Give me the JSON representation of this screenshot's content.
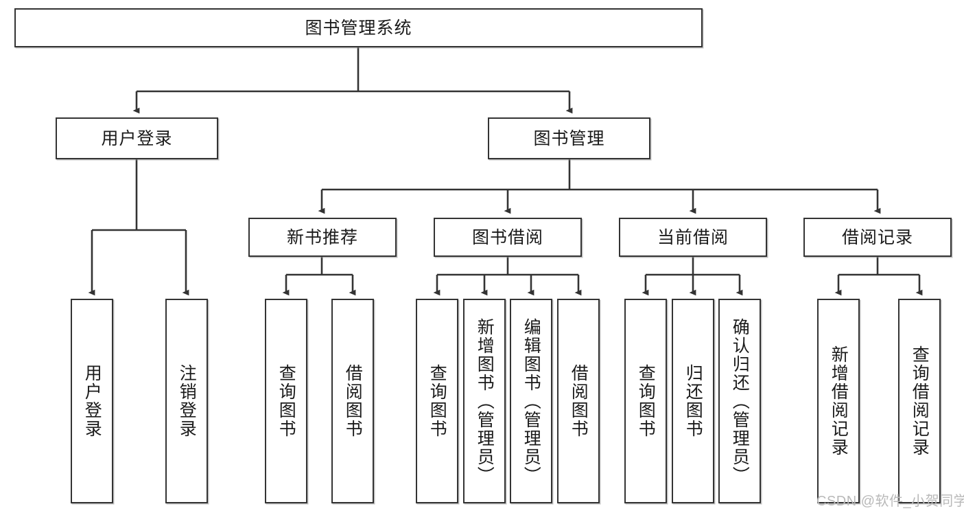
{
  "diagram": {
    "title": "图书管理系统",
    "type": "tree",
    "orientation": "top-down",
    "line_color": "#333333",
    "box_border_color": "#333333",
    "box_fill": "#ffffff",
    "text_color": "#1a1a1a"
  },
  "nodes": {
    "root": {
      "label": "图书管理系统",
      "level": 1,
      "orientation": "horizontal"
    },
    "level2": [
      {
        "id": "user-login",
        "label": "用户登录",
        "orientation": "horizontal"
      },
      {
        "id": "book-manage",
        "label": "图书管理",
        "orientation": "horizontal"
      }
    ],
    "level3": [
      {
        "id": "new-book-recommend",
        "label": "新书推荐",
        "orientation": "horizontal",
        "parent": "book-manage"
      },
      {
        "id": "book-borrow",
        "label": "图书借阅",
        "orientation": "horizontal",
        "parent": "book-manage"
      },
      {
        "id": "current-borrow",
        "label": "当前借阅",
        "orientation": "horizontal",
        "parent": "book-manage"
      },
      {
        "id": "borrow-record",
        "label": "借阅记录",
        "orientation": "horizontal",
        "parent": "book-manage"
      }
    ],
    "leaves": [
      {
        "id": "leaf-user-login",
        "label": "用户登录",
        "orientation": "vertical",
        "parent": "user-login"
      },
      {
        "id": "leaf-logout",
        "label": "注销登录",
        "orientation": "vertical",
        "parent": "user-login"
      },
      {
        "id": "leaf-query-book-1",
        "label": "查询图书",
        "orientation": "vertical",
        "parent": "new-book-recommend"
      },
      {
        "id": "leaf-borrow-book-1",
        "label": "借阅图书",
        "orientation": "vertical",
        "parent": "new-book-recommend"
      },
      {
        "id": "leaf-query-book-2",
        "label": "查询图书",
        "orientation": "vertical",
        "parent": "book-borrow"
      },
      {
        "id": "leaf-add-book",
        "label": "新增图书（管理员）",
        "orientation": "vertical",
        "parent": "book-borrow"
      },
      {
        "id": "leaf-edit-book",
        "label": "编辑图书（管理员）",
        "orientation": "vertical",
        "parent": "book-borrow"
      },
      {
        "id": "leaf-borrow-book-2",
        "label": "借阅图书",
        "orientation": "vertical",
        "parent": "book-borrow"
      },
      {
        "id": "leaf-query-book-3",
        "label": "查询图书",
        "orientation": "vertical",
        "parent": "current-borrow"
      },
      {
        "id": "leaf-return-book",
        "label": "归还图书",
        "orientation": "vertical",
        "parent": "current-borrow"
      },
      {
        "id": "leaf-confirm-return",
        "label": "确认归还（管理员）",
        "orientation": "vertical",
        "parent": "current-borrow"
      },
      {
        "id": "leaf-add-record",
        "label": "新增借阅记录",
        "orientation": "vertical",
        "parent": "borrow-record"
      },
      {
        "id": "leaf-query-record",
        "label": "查询借阅记录",
        "orientation": "vertical",
        "parent": "borrow-record"
      }
    ]
  },
  "watermark": {
    "text": "CSDN @软件_小贺同学"
  }
}
